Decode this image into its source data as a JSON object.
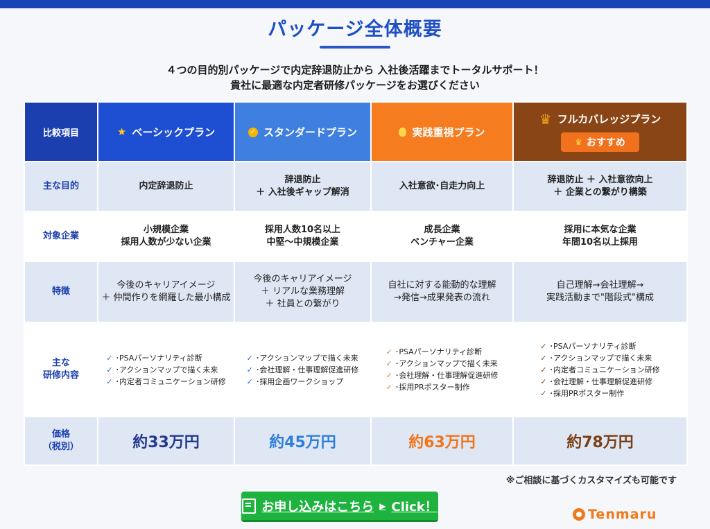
{
  "header": {
    "title": "パッケージ全体概要",
    "subtitle_line1": "４つの目的別パッケージで内定辞退防止から 入社後活躍までトータルサポート！",
    "subtitle_line2": "貴社に最適な内定者研修パッケージをお選びください"
  },
  "table": {
    "corner_label": "比較項目",
    "plans": [
      {
        "name": "ベーシックプラン",
        "icon": "star-icon"
      },
      {
        "name": "スタンダードプラン",
        "icon": "check-circle-icon"
      },
      {
        "name": "実践重視プラン",
        "icon": "lightbulb-icon"
      },
      {
        "name": "フルカバレッジプラン",
        "icon": "crown-icon"
      }
    ],
    "recommend_badge": "おすすめ",
    "rows": {
      "goal": {
        "label": "主な目的",
        "cells": [
          [
            "内定辞退防止"
          ],
          [
            "辞退防止",
            "＋ 入社後ギャップ解消"
          ],
          [
            "入社意欲･自走力向上"
          ],
          [
            "辞退防止 ＋ 入社意欲向上",
            "＋ 企業との繋がり構築"
          ]
        ]
      },
      "target": {
        "label": "対象企業",
        "cells": [
          [
            "小規模企業",
            "採用人数が少ない企業"
          ],
          [
            "採用人数10名以上",
            "中堅～中規模企業"
          ],
          [
            "成長企業",
            "ベンチャー企業"
          ],
          [
            "採用に本気な企業",
            "年間10名以上採用"
          ]
        ]
      },
      "features": {
        "label": "特徴",
        "cells": [
          [
            "今後のキャリアイメージ",
            "＋ 仲間作りを網羅した最小構成"
          ],
          [
            "今後のキャリアイメージ",
            "＋ リアルな業務理解",
            "＋ 社員との繋がり"
          ],
          [
            "自社に対する能動的な理解",
            "→発信→成果発表の流れ"
          ],
          [
            "自己理解→会社理解→",
            "実践活動まで\"階段式\"構成"
          ]
        ]
      },
      "training": {
        "label_line1": "主な",
        "label_line2": "研修内容",
        "check_mark": "✓",
        "cells": [
          [
            "･PSAパーソナリティ診断",
            "･アクションマップで描く未来",
            "･内定者コミュニケーション研修"
          ],
          [
            "･アクションマップで描く未来",
            "･会社理解・仕事理解促進研修",
            "･採用企画ワークショップ"
          ],
          [
            "･PSAパーソナリティ診断",
            "･アクションマップで描く未来",
            "･会社理解・仕事理解促進研修",
            "･採用PRポスター制作"
          ],
          [
            "･PSAパーソナリティ診断",
            "･アクションマップで描く未来",
            "･内定者コミュニケーション研修",
            "･会社理解・仕事理解促進研修",
            "･採用PRポスター制作"
          ]
        ]
      },
      "price": {
        "label_line1": "価格",
        "label_line2": "（税別）",
        "cells": [
          "約33万円",
          "約45万円",
          "約63万円",
          "約78万円"
        ]
      }
    }
  },
  "note": "※ご相談に基づくカスタマイズも可能です",
  "cta": {
    "label": "お申し込みはこちら",
    "triangle": "▶",
    "click": "Click！"
  },
  "logo": {
    "text": "Tenmaru"
  },
  "colors": {
    "brand_blue": "#1b3fae",
    "basic": "#1e4fd2",
    "standard": "#3f7fe0",
    "practice": "#f57c1f",
    "full": "#8a4516",
    "cta_green": "#1db33e",
    "logo_orange": "#f07a1a"
  }
}
